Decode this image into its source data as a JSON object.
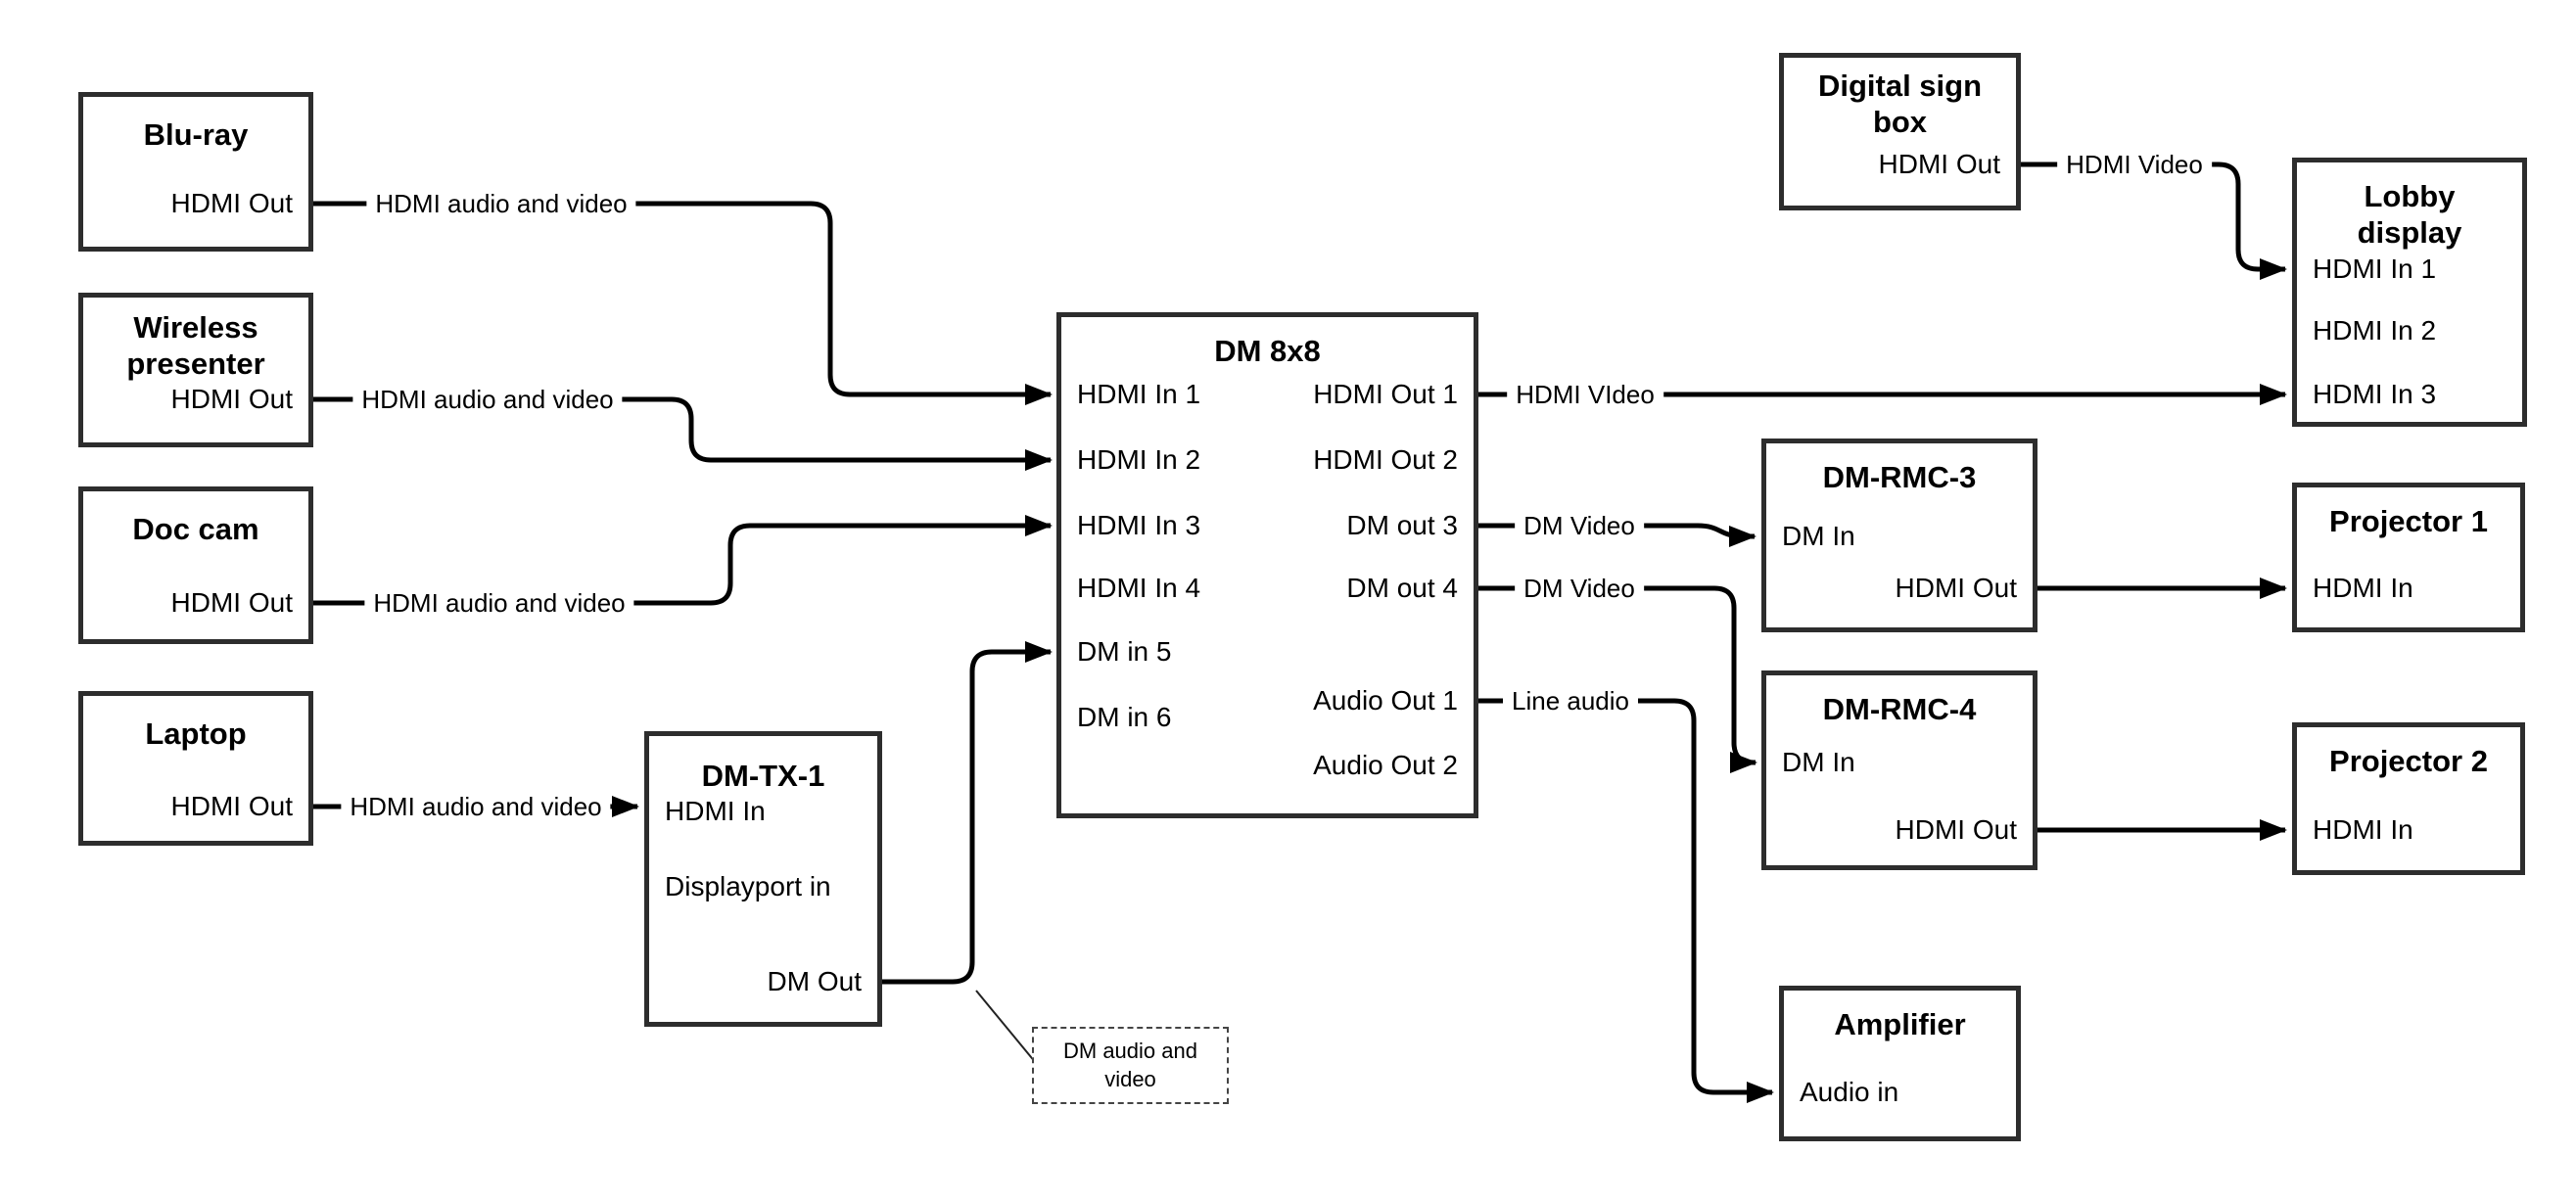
{
  "nodes": {
    "bluray": {
      "title": "Blu-ray",
      "port_out": "HDMI Out"
    },
    "wireless": {
      "title": "Wireless presenter",
      "port_out": "HDMI Out"
    },
    "doccam": {
      "title": "Doc cam",
      "port_out": "HDMI Out"
    },
    "laptop": {
      "title": "Laptop",
      "port_out": "HDMI Out"
    },
    "dmtx1": {
      "title": "DM-TX-1",
      "port_in1": "HDMI In",
      "port_in2": "Displayport in",
      "port_out": "DM Out"
    },
    "dm8x8": {
      "title": "DM 8x8",
      "inputs": [
        "HDMI In 1",
        "HDMI In 2",
        "HDMI In 3",
        "HDMI In 4",
        "DM in 5",
        "DM in 6"
      ],
      "outputs": [
        "HDMI Out 1",
        "HDMI Out 2",
        "DM out 3",
        "DM out 4",
        "Audio Out 1",
        "Audio Out 2"
      ]
    },
    "digsign": {
      "title": "Digital sign box",
      "port_out": "HDMI Out"
    },
    "lobby": {
      "title": "Lobby display",
      "inputs": [
        "HDMI In 1",
        "HDMI In 2",
        "HDMI In 3"
      ]
    },
    "dmrmc3": {
      "title": "DM-RMC-3",
      "port_in": "DM In",
      "port_out": "HDMI Out"
    },
    "proj1": {
      "title": "Projector 1",
      "port_in": "HDMI In"
    },
    "dmrmc4": {
      "title": "DM-RMC-4",
      "port_in": "DM In",
      "port_out": "HDMI Out"
    },
    "proj2": {
      "title": "Projector 2",
      "port_in": "HDMI In"
    },
    "amp": {
      "title": "Amplifier",
      "port_in": "Audio in"
    }
  },
  "wire_labels": {
    "bluray_hdmi": "HDMI audio and video",
    "wireless_hdmi": "HDMI audio and video",
    "doccam_hdmi": "HDMI audio and video",
    "laptop_hdmi": "HDMI audio and video",
    "hdmi_out1": "HDMI VIdeo",
    "dm_out3": "DM Video",
    "dm_out4": "DM Video",
    "audio_out1": "Line audio",
    "digsign_hdmi": "HDMI Video"
  },
  "note": {
    "text": "DM audio and video"
  },
  "colors": {
    "wire": "#000000",
    "box_border": "#2d2d2d",
    "background": "#ffffff"
  }
}
